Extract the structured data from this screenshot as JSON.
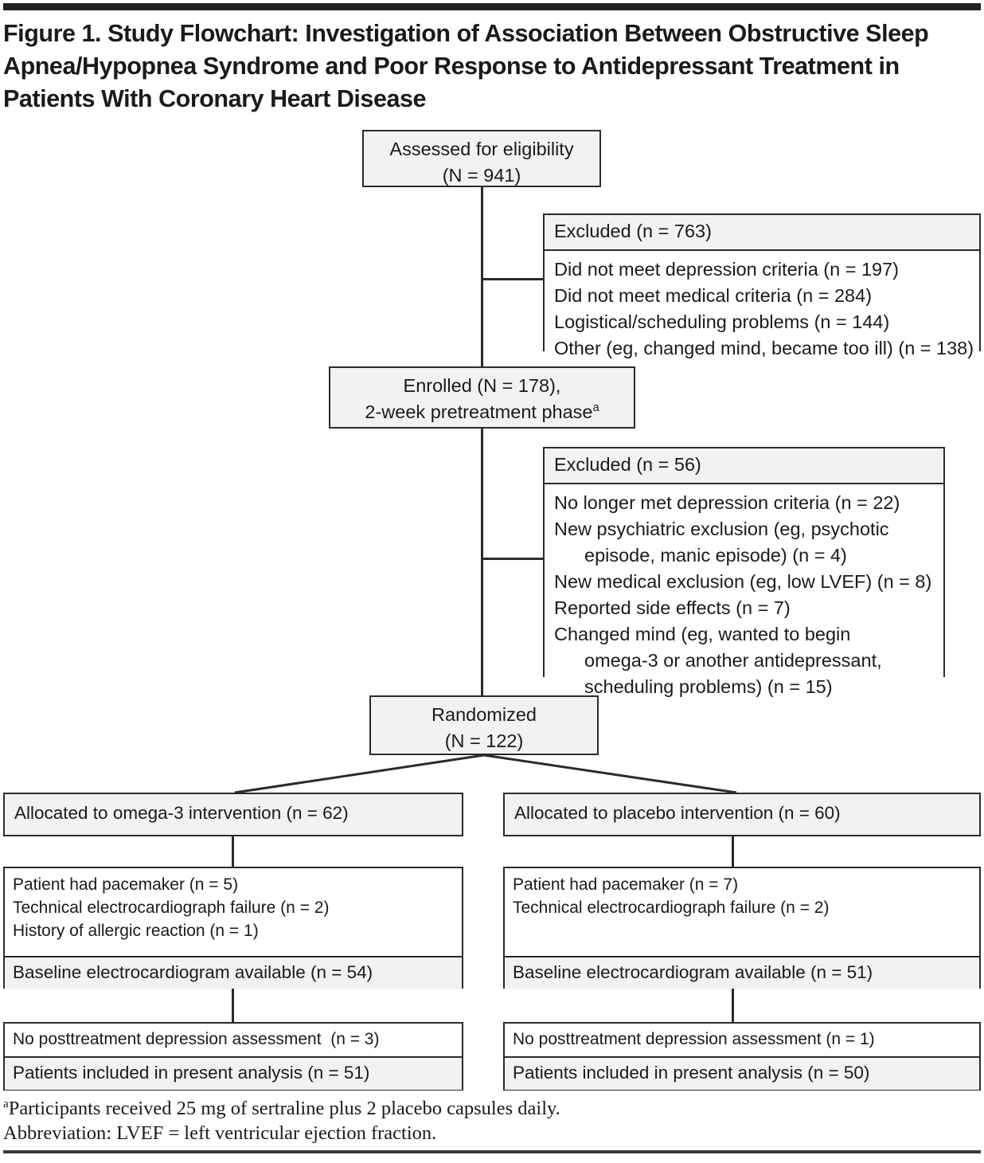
{
  "figure": {
    "title": "Figure 1. Study Flowchart: Investigation of Association Between Obstructive Sleep Apnea/Hypopnea Syndrome and Poor Response to Antidepressant Treatment in Patients With Coronary Heart Disease"
  },
  "colors": {
    "rule": "#231f20",
    "border": "#2b2b2b",
    "shade": "#f2f2f2",
    "text": "#1a1a1a"
  },
  "flow": {
    "assessed": {
      "line1": "Assessed for eligibility",
      "line2": "(N = 941)"
    },
    "excluded_1": {
      "header": "Excluded (n = 763)",
      "items": [
        "Did not meet depression criteria (n = 197)",
        "Did not meet medical criteria (n = 284)",
        "Logistical/scheduling problems (n = 144)",
        "Other (eg, changed mind, became too ill) (n = 138)"
      ]
    },
    "enrolled": {
      "line1": "Enrolled (N = 178),",
      "line2_pre": "2-week pretreatment phase",
      "line2_sup": "a"
    },
    "excluded_2": {
      "header": "Excluded (n = 56)",
      "items": [
        "No longer met depression criteria (n = 22)",
        "New psychiatric exclusion (eg, psychotic",
        "episode, manic episode) (n = 4)",
        "New medical exclusion (eg, low LVEF) (n = 8)",
        "Reported side effects (n = 7)",
        "Changed mind (eg, wanted to begin",
        "omega-3 or another antidepressant,",
        "scheduling problems) (n = 15)"
      ]
    },
    "randomized": {
      "line1": "Randomized",
      "line2": "(N = 122)"
    },
    "arm_left": {
      "allocated": "Allocated to omega-3 intervention (n = 62)",
      "exclusions": [
        "Patient had pacemaker (n = 5)",
        "Technical electrocardiograph failure (n = 2)",
        "History of allergic reaction (n = 1)"
      ],
      "baseline": "Baseline electrocardiogram available (n = 54)",
      "no_post": "No posttreatment depression assessment  (n = 3)",
      "included": "Patients included in present analysis (n = 51)"
    },
    "arm_right": {
      "allocated": "Allocated to placebo intervention (n = 60)",
      "exclusions": [
        "Patient had pacemaker (n = 7)",
        "Technical electrocardiograph failure (n = 2)"
      ],
      "baseline": "Baseline electrocardiogram available (n = 51)",
      "no_post": "No posttreatment depression assessment (n = 1)",
      "included": "Patients included in present analysis (n = 50)"
    }
  },
  "footnotes": {
    "sup_marker": "a",
    "note_a": "Participants received 25 mg of sertraline plus 2 placebo capsules daily.",
    "abbreviation": "Abbreviation: LVEF = left ventricular ejection fraction."
  }
}
